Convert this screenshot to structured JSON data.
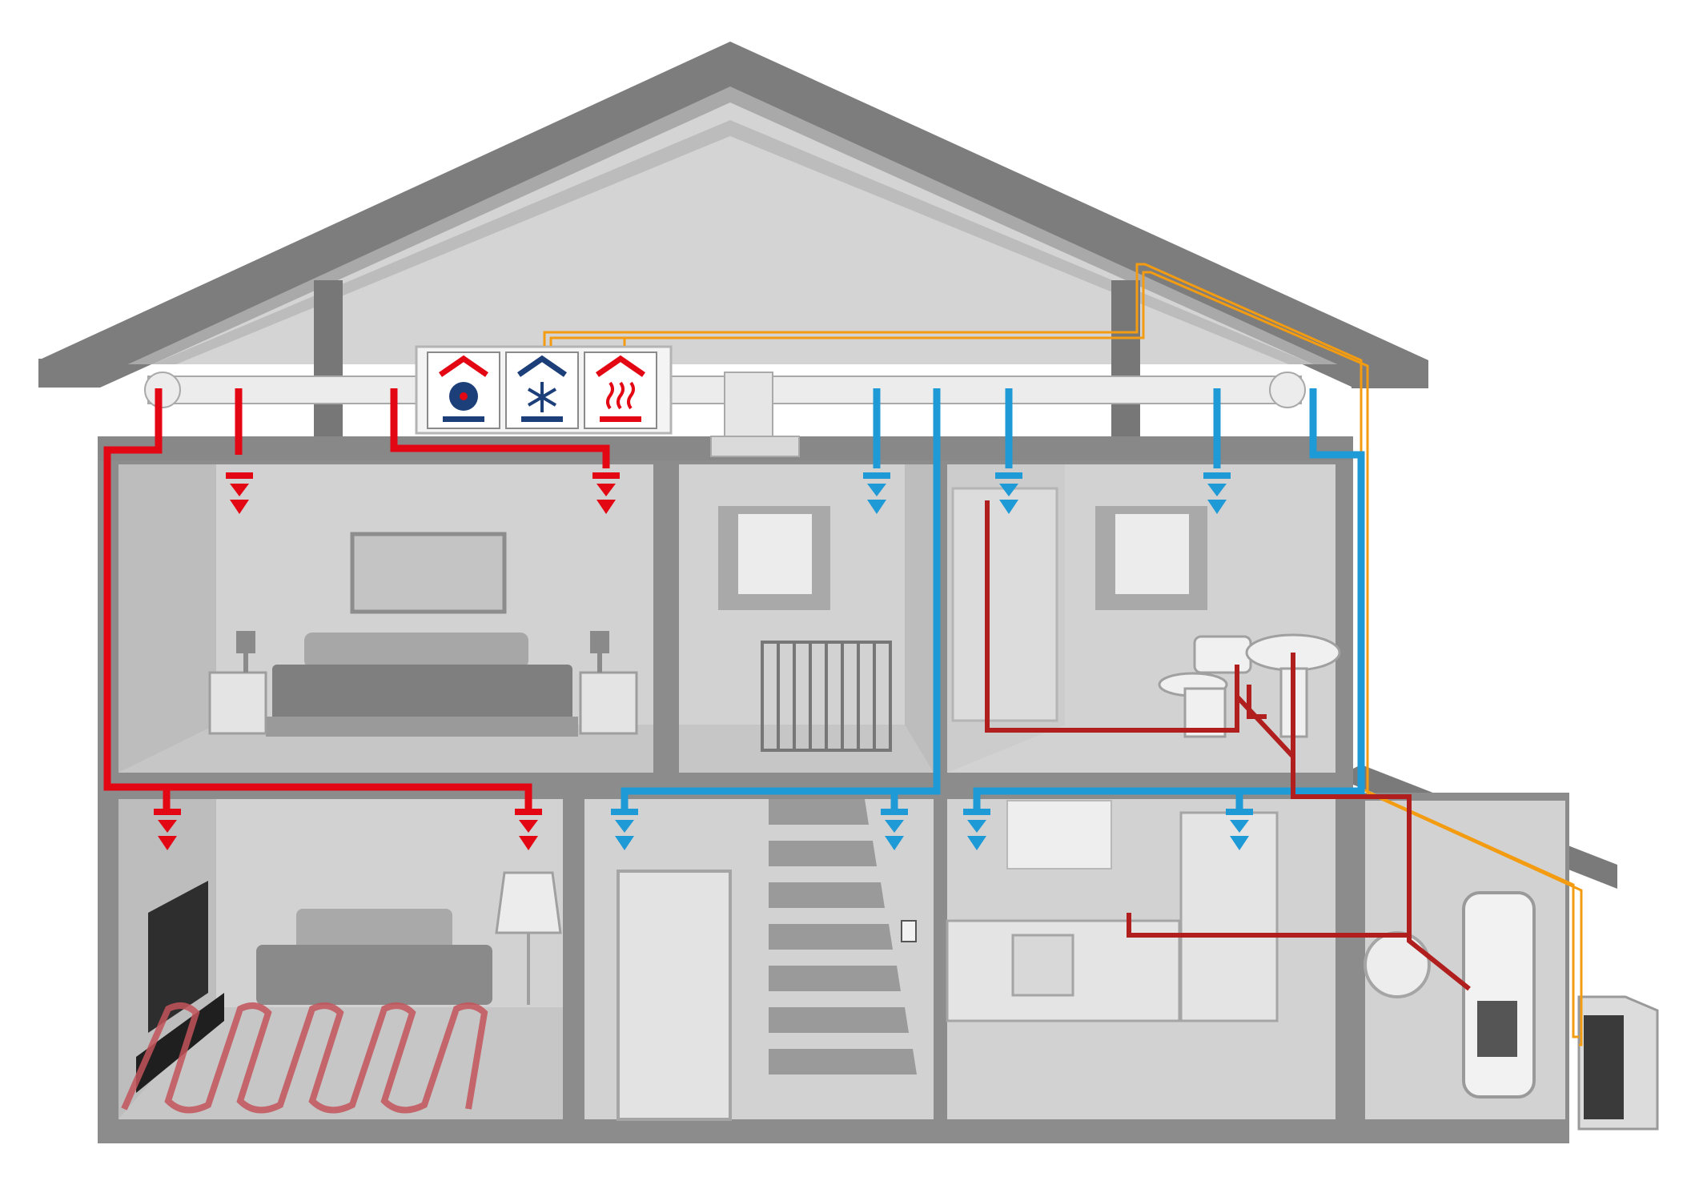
{
  "diagram": {
    "description_visible_text": [],
    "unit_modules": [
      {
        "id": "ventilation",
        "icon": "fan-house-icon"
      },
      {
        "id": "cooling",
        "icon": "snowflake-house-icon"
      },
      {
        "id": "heating",
        "icon": "heat-waves-house-icon"
      }
    ],
    "rooms": [
      {
        "id": "bedroom",
        "floor": "upper"
      },
      {
        "id": "landing",
        "floor": "upper"
      },
      {
        "id": "bathroom",
        "floor": "upper"
      },
      {
        "id": "living-room",
        "floor": "ground"
      },
      {
        "id": "hallway",
        "floor": "ground"
      },
      {
        "id": "kitchen",
        "floor": "ground"
      },
      {
        "id": "utility-room",
        "floor": "ground"
      }
    ],
    "colors": {
      "warm_supply": "#e30613",
      "cool_supply": "#1e9ad6",
      "hot_water_pipe": "#b01e1e",
      "refrigerant_line": "#f39c12",
      "structure": "#8c8c8c",
      "roof_dark": "#777777",
      "room_wall": "#d9d9d9",
      "room_floor": "#c4c4c4",
      "unit_blue": "#1c3f7a"
    }
  }
}
